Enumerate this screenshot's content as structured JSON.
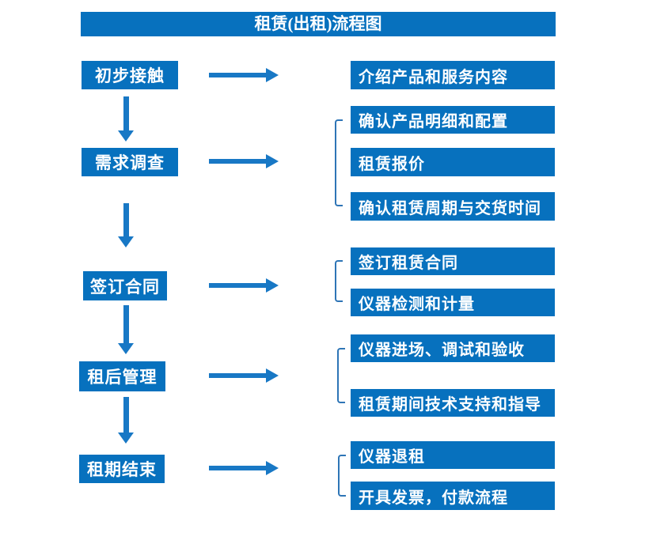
{
  "title": "租赁(出租)流程图",
  "colors": {
    "box_blue": "#0771BE",
    "arrow_blue": "#1878C5",
    "bracket_blue": "#2E75B6",
    "text_white": "#FFFFFF"
  },
  "stages": [
    {
      "label": "初步接触",
      "outputs": [
        "介绍产品和服务内容"
      ]
    },
    {
      "label": "需求调查",
      "outputs": [
        "确认产品明细和配置",
        "租赁报价",
        "确认租赁周期与交货时间"
      ]
    },
    {
      "label": "签订合同",
      "outputs": [
        "签订租赁合同",
        "仪器检测和计量"
      ]
    },
    {
      "label": "租后管理",
      "outputs": [
        "仪器进场、调试和验收",
        "租赁期间技术支持和指导"
      ]
    },
    {
      "label": "租期结束",
      "outputs": [
        "仪器退租",
        "开具发票，付款流程"
      ]
    }
  ]
}
